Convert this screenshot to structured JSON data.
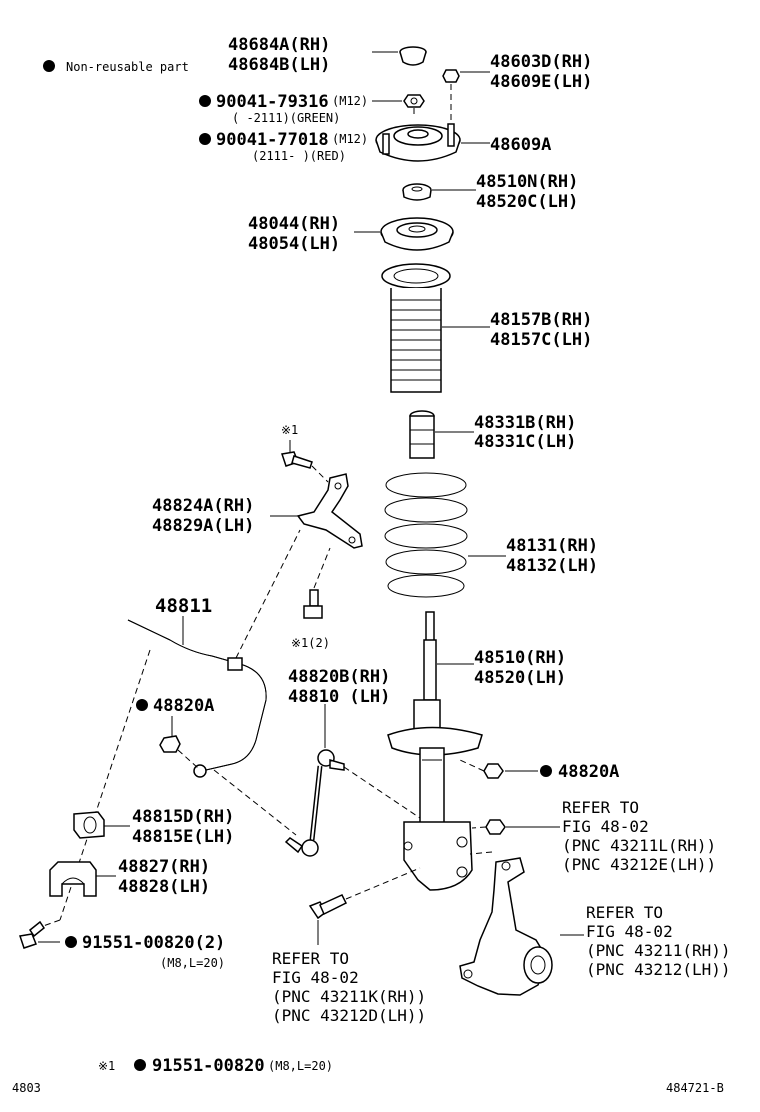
{
  "legend": {
    "bullet_meaning": "Non-reusable part"
  },
  "parts": {
    "p48684": [
      "48684A(RH)",
      "48684B(LH)"
    ],
    "p48603": [
      "48603D(RH)",
      "48609E(LH)"
    ],
    "p90041a": {
      "num": "90041-79316",
      "spec": "(M12)",
      "note": "(    -2111)(GREEN)"
    },
    "p90041b": {
      "num": "90041-77018",
      "spec": "(M12)",
      "note": "(2111-    )(RED)"
    },
    "p48609A": "48609A",
    "p48510N": [
      "48510N(RH)",
      "48520C(LH)"
    ],
    "p48044": [
      "48044(RH)",
      "48054(LH)"
    ],
    "p48157": [
      "48157B(RH)",
      "48157C(LH)"
    ],
    "p48331": [
      "48331B(RH)",
      "48331C(LH)"
    ],
    "p48131": [
      "48131(RH)",
      "48132(LH)"
    ],
    "p48510": [
      "48510(RH)",
      "48520(LH)"
    ],
    "p48824": [
      "48824A(RH)",
      "48829A(LH)"
    ],
    "p48811": "48811",
    "p48820A_left": "48820A",
    "p48820A_right": "48820A",
    "p48820B": [
      "48820B(RH)",
      "48810 (LH)"
    ],
    "p48815": [
      "48815D(RH)",
      "48815E(LH)"
    ],
    "p48827": [
      "48827(RH)",
      "48828(LH)"
    ],
    "p91551": {
      "num": "91551-00820(2)",
      "spec": "(M8,L=20)"
    },
    "mark1": "※1",
    "mark1_2": "※1(2)"
  },
  "refs": {
    "ref_a": [
      "REFER TO",
      "FIG 48-02",
      "(PNC 43211L(RH))",
      "(PNC 43212E(LH))"
    ],
    "ref_b": [
      "REFER TO",
      "FIG 48-02",
      "(PNC 43211(RH))",
      "(PNC 43212(LH))"
    ],
    "ref_c": [
      "REFER TO",
      "FIG 48-02",
      "(PNC 43211K(RH))",
      "(PNC 43212D(LH))"
    ]
  },
  "footer": {
    "note_mark": "※1",
    "note_num": "91551-00820",
    "note_spec": "(M8,L=20)",
    "left_code": "4803",
    "right_code": "484721-B"
  }
}
